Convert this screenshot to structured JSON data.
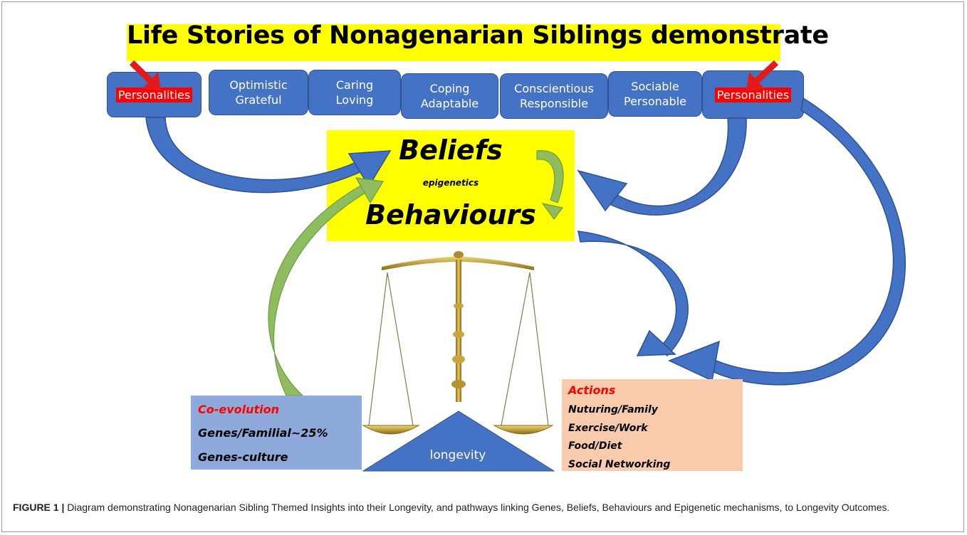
{
  "title": "Life Stories of Nonagenarian Siblings demonstrate",
  "traits": [
    {
      "line1": "Personalities",
      "line2": "",
      "highlight": true
    },
    {
      "line1": "Optimistic",
      "line2": "Grateful",
      "highlight": false
    },
    {
      "line1": "Caring",
      "line2": "Loving",
      "highlight": false
    },
    {
      "line1": "Coping",
      "line2": "Adaptable",
      "highlight": false
    },
    {
      "line1": "Conscientious",
      "line2": "Responsible",
      "highlight": false
    },
    {
      "line1": "Sociable",
      "line2": "Personable",
      "highlight": false
    },
    {
      "line1": "Personalities",
      "line2": "",
      "highlight": true
    }
  ],
  "center": {
    "beliefs": "Beliefs",
    "epigenetics": "epigenetics",
    "behaviours": "Behaviours"
  },
  "coevolution": {
    "heading": "Co-evolution",
    "items": [
      "Genes/Familial~25%",
      "Genes-culture"
    ]
  },
  "actions": {
    "heading": "Actions",
    "items": [
      "Nuturing/Family",
      "Exercise/Work",
      "Food/Diet",
      "Social Networking"
    ]
  },
  "longevity": "longevity",
  "caption": {
    "label": "FIGURE 1 |",
    "text": " Diagram demonstrating Nonagenarian Sibling Themed Insights into their Longevity, and pathways linking Genes, Beliefs, Behaviours and Epigenetic mechanisms, to Longevity Outcomes."
  },
  "colors": {
    "title_bg": "#ffff00",
    "trait_box": "#4472c4",
    "highlight": "#ff0000",
    "coevolution_bg": "#8eaadb",
    "actions_bg": "#f8cbad",
    "green_arrow": "#8fbc5f"
  }
}
